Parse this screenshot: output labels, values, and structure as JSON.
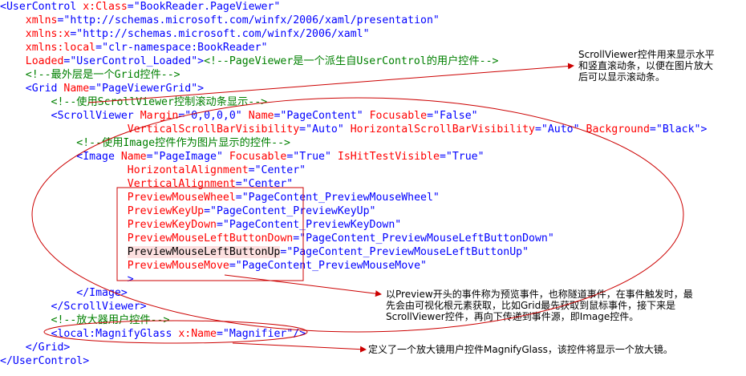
{
  "code_lines": [
    {
      "indent": 0,
      "parts": [
        [
          "t",
          "<UserControl "
        ],
        [
          "a",
          "x:Class"
        ],
        [
          "t",
          "="
        ],
        [
          "v",
          "\"BookReader.PageViewer\""
        ]
      ]
    },
    {
      "indent": 4,
      "parts": [
        [
          "a",
          "xmlns"
        ],
        [
          "t",
          "="
        ],
        [
          "v",
          "\"http://schemas.microsoft.com/winfx/2006/xaml/presentation\""
        ]
      ]
    },
    {
      "indent": 4,
      "parts": [
        [
          "a",
          "xmlns:x"
        ],
        [
          "t",
          "="
        ],
        [
          "v",
          "\"http://schemas.microsoft.com/winfx/2006/xaml\""
        ]
      ]
    },
    {
      "indent": 4,
      "parts": [
        [
          "a",
          "xmlns:local"
        ],
        [
          "t",
          "="
        ],
        [
          "v",
          "\"clr-namespace:BookReader\""
        ]
      ]
    },
    {
      "indent": 4,
      "parts": [
        [
          "a",
          "Loaded"
        ],
        [
          "t",
          "="
        ],
        [
          "v",
          "\"UserControl_Loaded\""
        ],
        [
          "t",
          ">"
        ],
        [
          "c",
          "<!--PageViewer是一个派生自UserControl的用户控件-->"
        ]
      ]
    },
    {
      "indent": 4,
      "parts": [
        [
          "c",
          "<!--最外层是一个Grid控件-->"
        ]
      ]
    },
    {
      "indent": 4,
      "parts": [
        [
          "t",
          "<Grid "
        ],
        [
          "a",
          "Name"
        ],
        [
          "t",
          "="
        ],
        [
          "v",
          "\"PageViewerGrid\""
        ],
        [
          "t",
          ">"
        ]
      ]
    },
    {
      "indent": 8,
      "parts": [
        [
          "c",
          "<!--使用ScrollViewer控制滚动条显示-->"
        ]
      ]
    },
    {
      "indent": 8,
      "parts": [
        [
          "t",
          "<ScrollViewer "
        ],
        [
          "a",
          "Margin"
        ],
        [
          "t",
          "="
        ],
        [
          "v",
          "\"0,0,0,0\""
        ],
        [
          "t",
          " "
        ],
        [
          "a",
          "Name"
        ],
        [
          "t",
          "="
        ],
        [
          "v",
          "\"PageContent\""
        ],
        [
          "t",
          " "
        ],
        [
          "a",
          "Focusable"
        ],
        [
          "t",
          "="
        ],
        [
          "v",
          "\"False\""
        ]
      ]
    },
    {
      "indent": 20,
      "parts": [
        [
          "a",
          "VerticalScrollBarVisibility"
        ],
        [
          "t",
          "="
        ],
        [
          "v",
          "\"Auto\""
        ],
        [
          "t",
          " "
        ],
        [
          "a",
          "HorizontalScrollBarVisibility"
        ],
        [
          "t",
          "="
        ],
        [
          "v",
          "\"Auto\""
        ],
        [
          "t",
          " "
        ],
        [
          "a",
          "Background"
        ],
        [
          "t",
          "="
        ],
        [
          "v",
          "\"Black\""
        ],
        [
          "t",
          ">"
        ]
      ]
    },
    {
      "indent": 12,
      "parts": [
        [
          "c",
          "<!--使用Image控件作为图片显示的控件-->"
        ]
      ]
    },
    {
      "indent": 12,
      "parts": [
        [
          "t",
          "<Image "
        ],
        [
          "a",
          "Name"
        ],
        [
          "t",
          "="
        ],
        [
          "v",
          "\"PageImage\""
        ],
        [
          "t",
          " "
        ],
        [
          "a",
          "Focusable"
        ],
        [
          "t",
          "="
        ],
        [
          "v",
          "\"True\""
        ],
        [
          "t",
          " "
        ],
        [
          "a",
          "IsHitTestVisible"
        ],
        [
          "t",
          "="
        ],
        [
          "v",
          "\"True\""
        ]
      ]
    },
    {
      "indent": 20,
      "parts": [
        [
          "a",
          "HorizontalAlignment"
        ],
        [
          "t",
          "="
        ],
        [
          "v",
          "\"Center\""
        ]
      ]
    },
    {
      "indent": 20,
      "parts": [
        [
          "a",
          "VerticalAlignment"
        ],
        [
          "t",
          "="
        ],
        [
          "v",
          "\"Center\""
        ]
      ]
    },
    {
      "indent": 20,
      "parts": [
        [
          "a",
          "PreviewMouseWheel"
        ],
        [
          "t",
          "="
        ],
        [
          "v",
          "\"PageContent_PreviewMouseWheel\""
        ]
      ]
    },
    {
      "indent": 20,
      "parts": [
        [
          "a",
          "PreviewKeyUp"
        ],
        [
          "t",
          "="
        ],
        [
          "v",
          "\"PageContent_PreviewKeyUp\""
        ]
      ]
    },
    {
      "indent": 20,
      "parts": [
        [
          "a",
          "PreviewKeyDown"
        ],
        [
          "t",
          "="
        ],
        [
          "v",
          "\"PageContent_PreviewKeyDown\""
        ]
      ]
    },
    {
      "indent": 20,
      "parts": [
        [
          "a",
          "PreviewMouseLeftButtonDown"
        ],
        [
          "t",
          "="
        ],
        [
          "v",
          "\"PageContent_PreviewMouseLeftButtonDown\""
        ]
      ]
    },
    {
      "indent": 20,
      "parts": [
        [
          "k",
          "PreviewMouseLeftButtonUp"
        ],
        [
          "t",
          "="
        ],
        [
          "v",
          "\"PageContent_PreviewMouseLeftButtonUp\""
        ]
      ],
      "highlight": true
    },
    {
      "indent": 20,
      "parts": [
        [
          "a",
          "PreviewMouseMove"
        ],
        [
          "t",
          "="
        ],
        [
          "v",
          "\"PageContent_PreviewMouseMove\""
        ]
      ]
    },
    {
      "indent": 20,
      "parts": [
        [
          "t",
          ">"
        ]
      ]
    },
    {
      "indent": 12,
      "parts": [
        [
          "t",
          "</Image>"
        ]
      ]
    },
    {
      "indent": 8,
      "parts": [
        [
          "t",
          "</ScrollViewer>"
        ]
      ]
    },
    {
      "indent": 8,
      "parts": [
        [
          "c",
          "<!--放大器用户控件-->"
        ]
      ]
    },
    {
      "indent": 8,
      "parts": [
        [
          "t",
          "<local:MagnifyGlass "
        ],
        [
          "a",
          "x:Name"
        ],
        [
          "t",
          "="
        ],
        [
          "v",
          "\"Magnifier\""
        ],
        [
          "t",
          "/>"
        ]
      ]
    },
    {
      "indent": 4,
      "parts": [
        [
          "t",
          "</Grid>"
        ]
      ]
    },
    {
      "indent": 0,
      "parts": [
        [
          "t",
          "</UserControl>"
        ]
      ]
    }
  ],
  "annotations": {
    "scrollviewer_note": "ScrollViewer控件用来显示水平\n和竖直滚动条，以便在图片放大\n后可以显示滚动条。",
    "preview_note": "以Preview开头的事件称为预览事件，也称隧道事件，在事件触发时，最\n先会由可视化根元素获取，比如Grid最先获取到鼠标事件，接下来是\nScrollViewer控件，再向下传递到事件源，即Image控件。",
    "magnify_note": "定义了一个放大镜用户控件MagnifyGlass，该控件将显示一个放大镜。"
  },
  "colors": {
    "annotation_red": "#cc0000",
    "tag_blue": "#0000ff",
    "attr_red": "#ff0000",
    "comment_green": "#008000"
  }
}
